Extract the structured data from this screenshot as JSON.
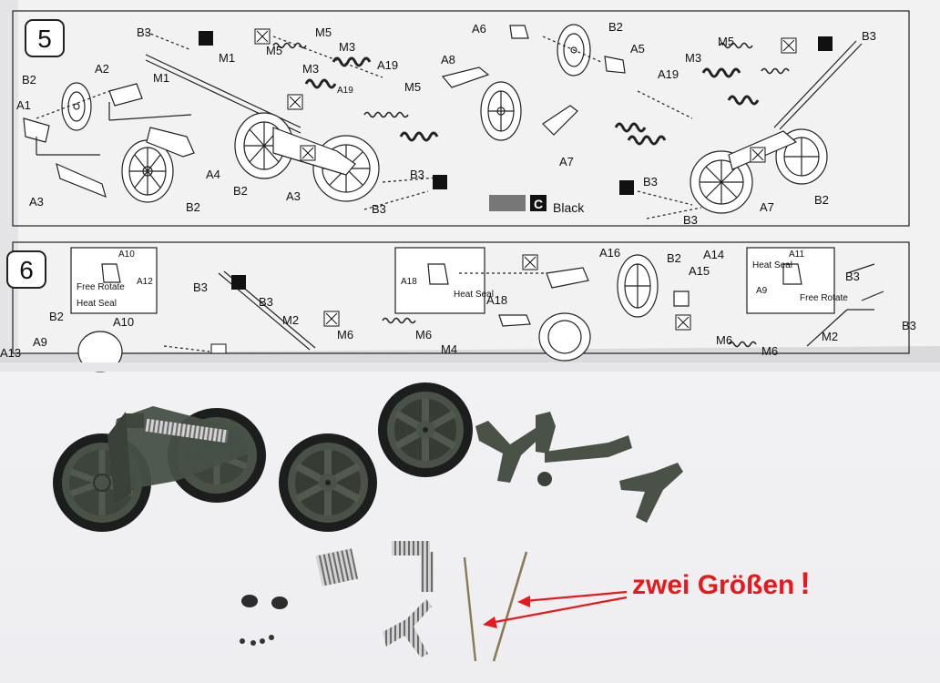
{
  "manual": {
    "step5": {
      "number": "5",
      "labels": [
        "B3",
        "M1",
        "B2",
        "A2",
        "A1",
        "M5",
        "M3",
        "A19",
        "A3",
        "A4",
        "A6",
        "A8",
        "A5",
        "A7",
        "M1",
        "B3",
        "B2",
        "B3",
        "M5",
        "M3",
        "M5",
        "A19",
        "B2",
        "B3",
        "B2",
        "A3",
        "B3",
        "M5",
        "M3",
        "A19",
        "A7",
        "B2",
        "B3"
      ],
      "color_key": {
        "letter": "C",
        "name": "Black"
      }
    },
    "step6": {
      "number": "6",
      "labels": [
        "A10",
        "A12",
        "B3",
        "B3",
        "B2",
        "A10",
        "A9",
        "M2",
        "M6",
        "M6",
        "M4",
        "A16",
        "A18",
        "B2",
        "A14",
        "A15",
        "A18",
        "A11",
        "A9",
        "B3",
        "B3",
        "M6",
        "M6",
        "M2",
        "A13"
      ],
      "inset_labels": [
        "Free Rotate",
        "Heat Seal",
        "Heat Seal",
        "Heat Seal",
        "Free Rotate"
      ]
    }
  },
  "annotation": {
    "text": "zwei Größen",
    "mark": "!",
    "color": "#e8191c"
  },
  "colors": {
    "paper": "#f4f4f6",
    "plastic": "#4a5147",
    "tire": "#1e201f",
    "spring": "#b8b8b8",
    "brass": "#8a7a56"
  }
}
